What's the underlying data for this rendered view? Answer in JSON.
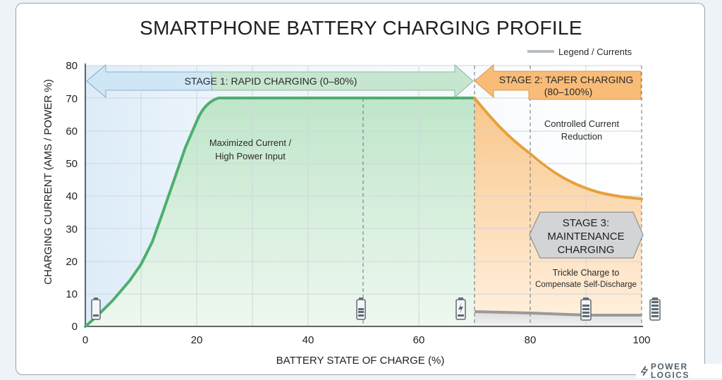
{
  "chart_data": {
    "type": "line",
    "title": "SMARTPHONE BATTERY CHARGING PROFILE",
    "xlabel": "BATTERY STATE OF CHARGE (%)",
    "ylabel": "CHARGING CURRENT (AMS / POWER %)",
    "xlim": [
      0,
      100
    ],
    "ylim": [
      0,
      80
    ],
    "x_ticks": [
      0,
      20,
      40,
      60,
      80,
      100
    ],
    "y_ticks": [
      0,
      10,
      20,
      30,
      40,
      50,
      60,
      70,
      80
    ],
    "grid": true,
    "legend": {
      "position": "top-right",
      "entries": [
        "Legend / Currents"
      ]
    },
    "series": [
      {
        "name": "Stage 1: Rapid Charging",
        "color": "#4caf6e",
        "x": [
          0,
          2,
          5,
          8,
          10,
          12,
          14,
          16,
          18,
          20,
          22,
          24,
          30,
          40,
          50,
          60,
          70
        ],
        "y": [
          0,
          3,
          8,
          14,
          19,
          26,
          35,
          45,
          55,
          63,
          68,
          70,
          70,
          70,
          70,
          70,
          70
        ]
      },
      {
        "name": "Stage 2: Taper Charging",
        "color": "#e8a03a",
        "x": [
          70,
          72,
          75,
          78,
          80,
          83,
          86,
          90,
          95,
          100
        ],
        "y": [
          70,
          66,
          60,
          56,
          52,
          48,
          45,
          42,
          40,
          39
        ]
      },
      {
        "name": "Stage 3: Maintenance (Trickle)",
        "color": "#999999",
        "x": [
          70,
          80,
          90,
          100
        ],
        "y": [
          4.5,
          4,
          3.5,
          3.5
        ]
      }
    ],
    "annotations": [
      {
        "text": "STAGE 1: RAPID CHARGING (0–80%)",
        "type": "arrow-banner"
      },
      {
        "text": "STAGE 2: TAPER CHARGING (80–100%)",
        "type": "arrow-banner"
      },
      {
        "text": "STAGE 3: MAINTENANCE CHARGING",
        "type": "hexagon-badge"
      },
      {
        "text": "Maximized Current / High Power Input"
      },
      {
        "text": "Controlled Current Reduction"
      },
      {
        "text": "Trickle Charge to Compensate Self-Discharge"
      }
    ]
  },
  "labels": {
    "title": "SMARTPHONE BATTERY CHARGING PROFILE",
    "xlabel": "BATTERY STATE OF CHARGE (%)",
    "ylabel": "CHARGING CURRENT (AMS / POWER %)",
    "legend": "Legend / Currents",
    "stage1": "STAGE 1: RAPID CHARGING (0–80%)",
    "stage2_line1": "STAGE 2: TAPER CHARGING",
    "stage2_line2": "(80–100%)",
    "stage3_line1": "STAGE 3:",
    "stage3_line2": "MAINTENANCE",
    "stage3_line3": "CHARGING",
    "note1_line1": "Maximized Current /",
    "note1_line2": "High Power Input",
    "note2_line1": "Controlled Current",
    "note2_line2": "Reduction",
    "note3_line1": "Trickle Charge to",
    "note3_line2": "Compensate Self-Discharge",
    "logo": "POWER LOGICS"
  },
  "ticks": {
    "x": [
      "0",
      "20",
      "40",
      "60",
      "80",
      "100"
    ],
    "y": [
      "0",
      "10",
      "20",
      "30",
      "40",
      "50",
      "60",
      "70",
      "80"
    ]
  },
  "colors": {
    "green": "#4caf6e",
    "orange": "#e8a03a",
    "gray": "#9a9a9a",
    "stage1_fill": "#bfe3c8",
    "stage2_fill": "#f8c27e",
    "stage3_fill": "#d2d4d6"
  }
}
